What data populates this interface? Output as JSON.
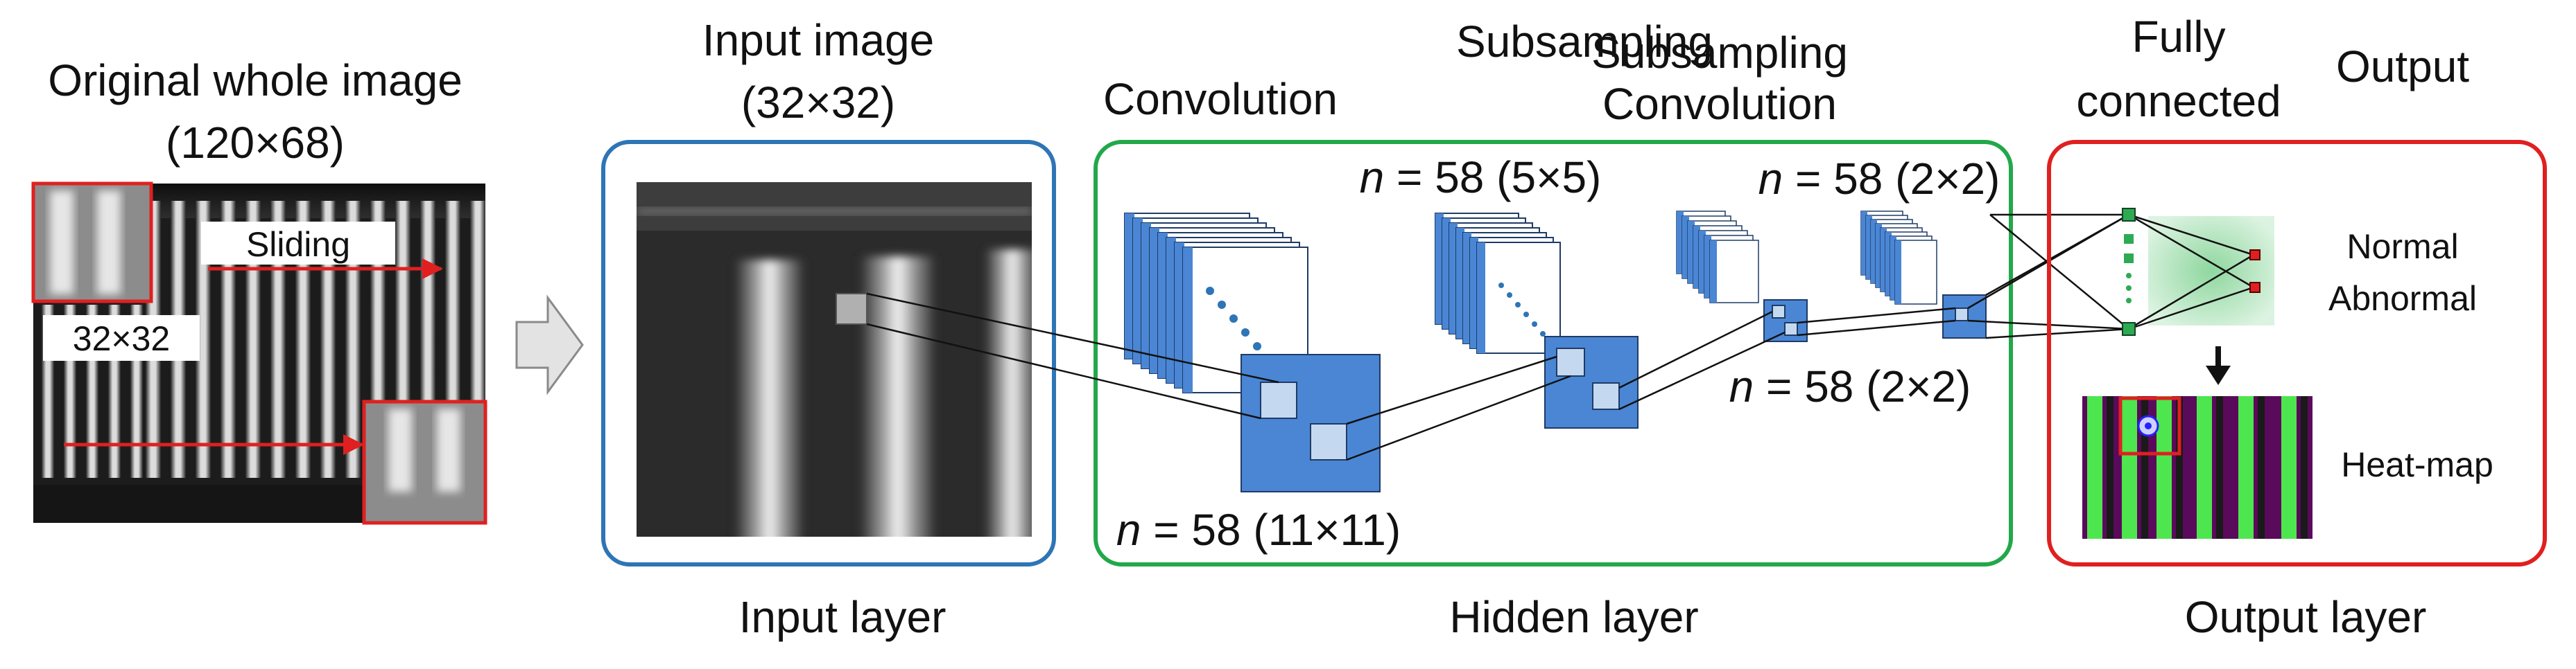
{
  "original": {
    "title_line1": "Original whole image",
    "title_line2": "(120×68)",
    "sliding_label": "Sliding",
    "window_label": "32×32"
  },
  "input": {
    "title_line1": "Input image",
    "title_line2": "(32×32)",
    "layer_label": "Input layer"
  },
  "hidden": {
    "conv1_label": "Convolution",
    "conv1_n": "n",
    "conv1_rest": " = 58 (11×11)",
    "sub1_label": "Subsampling",
    "sub1_n": "n",
    "sub1_rest": " = 58 (5×5)",
    "conv2_label": "Convolution",
    "conv2_n": "n",
    "conv2_rest": " = 58 (2×2)",
    "sub2_label": "Subsampling",
    "sub2_n": "n",
    "sub2_rest": " = 58 (2×2)",
    "layer_label": "Hidden layer"
  },
  "output": {
    "fc_line1": "Fully",
    "fc_line2": "connected",
    "output_title": "Output",
    "normal_label": "Normal",
    "abnormal_label": "Abnormal",
    "heatmap_label": "Heat-map",
    "layer_label": "Output layer"
  },
  "colors": {
    "input_box": "#2e75b6",
    "hidden_box": "#22a84a",
    "output_box": "#e02020",
    "feature_map": "#4a86d4",
    "arrow_red": "#e02020",
    "node_green": "#2eaa55"
  }
}
